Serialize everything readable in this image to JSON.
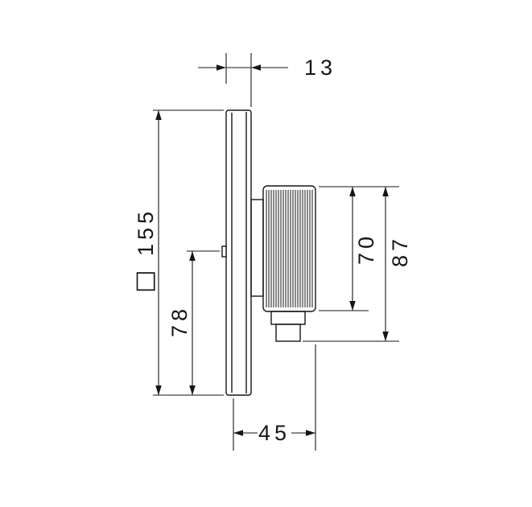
{
  "colors": {
    "ink": "#161616",
    "background": "#ffffff"
  },
  "dims": {
    "plate_thickness": "13",
    "plate_size": "155",
    "square_symbol": "□",
    "axis_to_bottom": "78",
    "handle_height": "70",
    "overall_height": "87",
    "projection": "45"
  }
}
